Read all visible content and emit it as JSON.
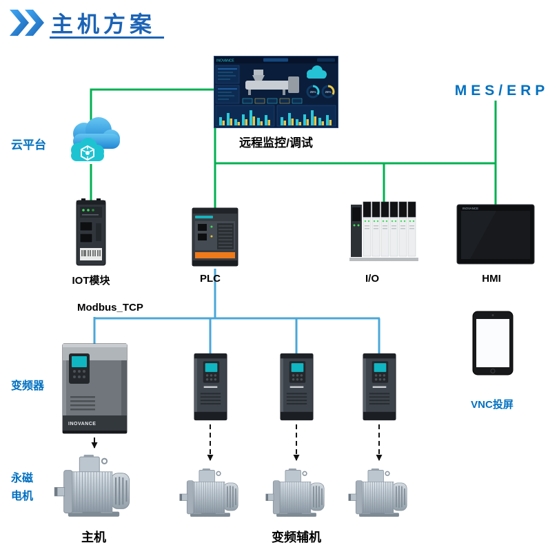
{
  "title": {
    "text": "主机方案"
  },
  "brand": "INOVANCE",
  "labels": {
    "cloud": "云平台",
    "monitor": "远程监控/调试",
    "mes_erp": "MES/ERP",
    "iot": "IOT模块",
    "plc": "PLC",
    "io": "I/O",
    "hmi": "HMI",
    "bus": "Modbus_TCP",
    "inverter": "变频器",
    "vnc": "VNC投屏",
    "pm_motor": "永磁\n电机",
    "main_machine": "主机",
    "aux_machine": "变频辅机"
  },
  "monitor_screen": {
    "gauge_left": "25%",
    "gauge_right": "25%"
  },
  "colors": {
    "title_blue": "#1b63b5",
    "label_blue": "#0070c0",
    "line_green": "#00b050",
    "line_blue": "#4aa7d8",
    "dash_black": "#111111",
    "cloud_blue": "#2f9ade",
    "cloud_teal": "#1ec3d2",
    "inverter_screen_teal": "#10b6c2",
    "plc_orange": "#ef7a1a"
  }
}
